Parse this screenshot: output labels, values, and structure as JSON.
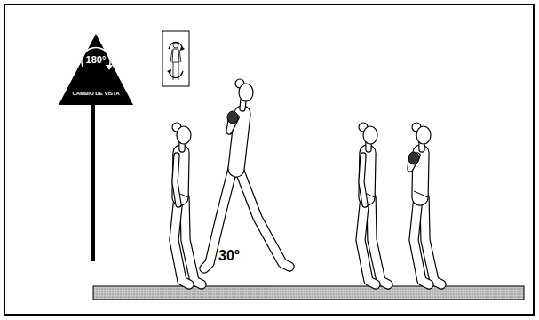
{
  "diagram": {
    "nodes": [
      {
        "text": [
          "180°",
          "CAMBIO DE VISTA"
        ]
      }
    ],
    "labels": [
      "30°"
    ]
  }
}
